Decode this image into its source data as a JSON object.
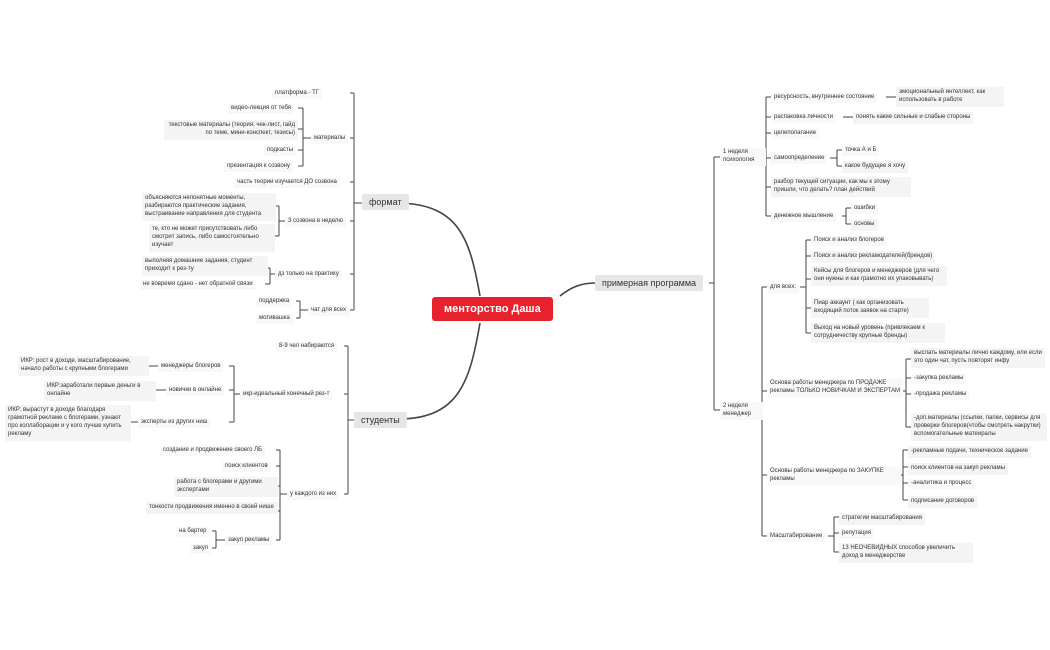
{
  "root": "менторство Даша",
  "format": {
    "title": "формат",
    "platform": "платформа - ТГ",
    "materials": "материалы",
    "video": "видео-лекция от тебя",
    "texts": "текстовые материалы (теория: чек-лист, гайд по теме, мини-конспект, тезисы)",
    "podcasts": "подкасты",
    "presentation": "презентация к созвону",
    "theory_before": "часть теории изучается ДО созвона",
    "calls": "3 созвона в неделю",
    "calls_1": "объясняются непонятные моменты, разбираются практические задания, выстраивание направления для студента",
    "calls_2": "те, кто не может присутствовать либо смотрит запись, либо самостоятельно изучает",
    "hw": "дз только на практику",
    "hw_1": "выполняя домашние задания, студент приходит к рез-ту",
    "hw_2": "не вовремя сдано - нет обратной связи",
    "chat": "чат для всех",
    "chat_1": "поддержка",
    "chat_2": "мотивашка"
  },
  "students": {
    "title": "студенты",
    "count": "8-9 чел набираются",
    "ikr": "икр-идеальный конечный рез-т",
    "g1": "менеджеры блогеров",
    "g1_ikr": "ИКР: рост в доходе, масштабирование, начало работы с крупными блогерами",
    "g2": "новички в онлайне",
    "g2_ikr": "ИКР:заработали первые деньги в онлайне",
    "g3": "эксперты из других ниш",
    "g3_ikr": "ИКР: вырастут в доходе благодаря грамотной рекламе с блогерами, узнают про коллаборации и у кого лучше купить рекламу",
    "each": "у каждого из них",
    "e1": "создание и продвижение своего ЛБ",
    "e2": "поиск клиентов",
    "e3": "работа с блогерами и другими экспертами",
    "e4": "тонкости продвижения именно в своей нише",
    "ads": "закуп рекламы",
    "ads_1": "на бартер",
    "ads_2": "закуп"
  },
  "program": {
    "title": "примерная программа",
    "w1": "1 неделя психология",
    "w1_1": "ресурсность, внутреннее состояние",
    "w1_1a": "эмоциональный интеллект, как использовать в работе",
    "w1_2": "распаковка личности",
    "w1_2a": "понять какие сильные и слабые стороны",
    "w1_3": "целеполагание",
    "w1_4": "самоопределение",
    "w1_4a": "точка А и Б",
    "w1_4b": "какое будущее я хочу",
    "w1_5": "разбор текущей ситуации, как мы к этому пришли, что делать? план действий",
    "w1_6": "денежное мышление",
    "w1_6a": "ошибки",
    "w1_6b": "основы",
    "w2": "2 неделя менеджер",
    "all": "для всех:",
    "all_1": "Поиск и анализ блогеров",
    "all_2": "Поиск и анализ рекламодателей(брендов)",
    "all_3": "Кейсы для блогеров и менеджеров (для чего они нужны и как грамотно их упаковывать)",
    "all_4": "Пиар аккаунт ( как организовать входящий поток заявок на старте)",
    "all_5": "Выход на новый уровень (привлекаем к сотрудничеству крупные бренды)",
    "sell": "Основа работы менеджера по ПРОДАЖЕ рекламы ТОЛЬКО НОВИЧКАМ И ЭКСПЕРТАМ",
    "sell_1": "выслать материалы лично каждому, или если это один чат, пусть повторят инфу",
    "sell_2": "-закупка рекламы",
    "sell_3": "-продажа рекламы",
    "sell_4": "-доп.материалы (ссылки, папки, сервисы для проверки блогеров(чтобы смотреть накрутки) вспомогательные матеиралы",
    "buy": "Основы работы менеджера по ЗАКУПКЕ рекламы",
    "buy_1": "-рекламные подачи, техническое задание",
    "buy_2": "поиск клиентов на закуп рекламы",
    "buy_3": "-аналитика и процесс",
    "buy_4": "подписание договоров",
    "scale": "Масштабирование",
    "scale_1": "стратегии масштабирования",
    "scale_2": "репутация",
    "scale_3": "13 НЕОЧЕВИДНЫХ способов увеличить доход в менеджерстве"
  }
}
